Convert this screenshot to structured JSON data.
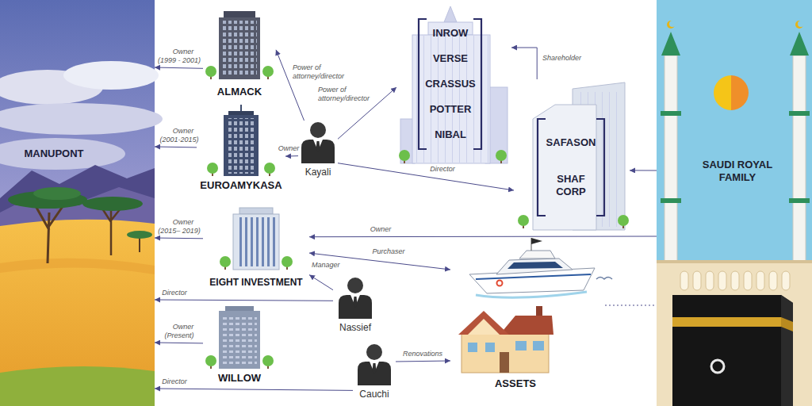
{
  "diagram": {
    "nodes": [
      {
        "text": [
          "MANUPONT"
        ]
      },
      {
        "text": [
          "ALMACK"
        ]
      },
      {
        "text": [
          "EUROAMYKASA"
        ]
      },
      {
        "text": [
          "EIGHT INVESTMENT"
        ]
      },
      {
        "text": [
          "WILLOW"
        ]
      },
      {
        "text": [
          "Kayali"
        ]
      },
      {
        "text": [
          "Nassief"
        ]
      },
      {
        "text": [
          "Cauchi"
        ]
      },
      {
        "text": [
          "INROW",
          "VERSE",
          "CRASSUS",
          "POTTER",
          "NIBAL"
        ]
      },
      {
        "text": [
          "SAFASON",
          "SHAF CORP"
        ]
      },
      {
        "text": [
          "ASSETS"
        ]
      },
      {
        "text": [
          "SAUDI ROYAL FAMILY"
        ]
      }
    ],
    "edges": [
      {
        "from": 1,
        "to": 0,
        "label": "Owner (1999 - 2001)",
        "arrow": "to"
      },
      {
        "from": 2,
        "to": 0,
        "label": "Owner (2001-2015)",
        "arrow": "to"
      },
      {
        "from": 3,
        "to": 0,
        "label": "Owner (2015– 2019)",
        "arrow": "to"
      },
      {
        "from": 4,
        "to": 0,
        "label": "Owner (Present)",
        "arrow": "to"
      },
      {
        "from": 5,
        "to": 1,
        "label": "Power of attorney/director",
        "arrow": "to"
      },
      {
        "from": 5,
        "to": 2,
        "label": "Owner",
        "arrow": "to"
      },
      {
        "from": 5,
        "to": 8,
        "label": "Power of attorney/director",
        "arrow": "to"
      },
      {
        "from": 5,
        "to": 9,
        "label": "Director",
        "arrow": "to"
      },
      {
        "from": 9,
        "to": 8,
        "label": "Shareholder",
        "arrow": "to"
      },
      {
        "from": 11,
        "to": 9,
        "arrow": "to"
      },
      {
        "from": 11,
        "to": 3,
        "label": "Owner",
        "arrow": "to"
      },
      {
        "from": 3,
        "to": 10,
        "label": "Purchaser",
        "arrow": "both"
      },
      {
        "from": 6,
        "to": 3,
        "label": "Manager",
        "arrow": "to"
      },
      {
        "from": 6,
        "to": 0,
        "label": "Director",
        "arrow": "to"
      },
      {
        "from": 7,
        "to": 10,
        "label": "Renovations",
        "arrow": "to"
      },
      {
        "from": 7,
        "to": 0,
        "label": "Director",
        "arrow": "to"
      },
      {
        "from": 10,
        "to": 11,
        "arrow": "none"
      }
    ]
  }
}
